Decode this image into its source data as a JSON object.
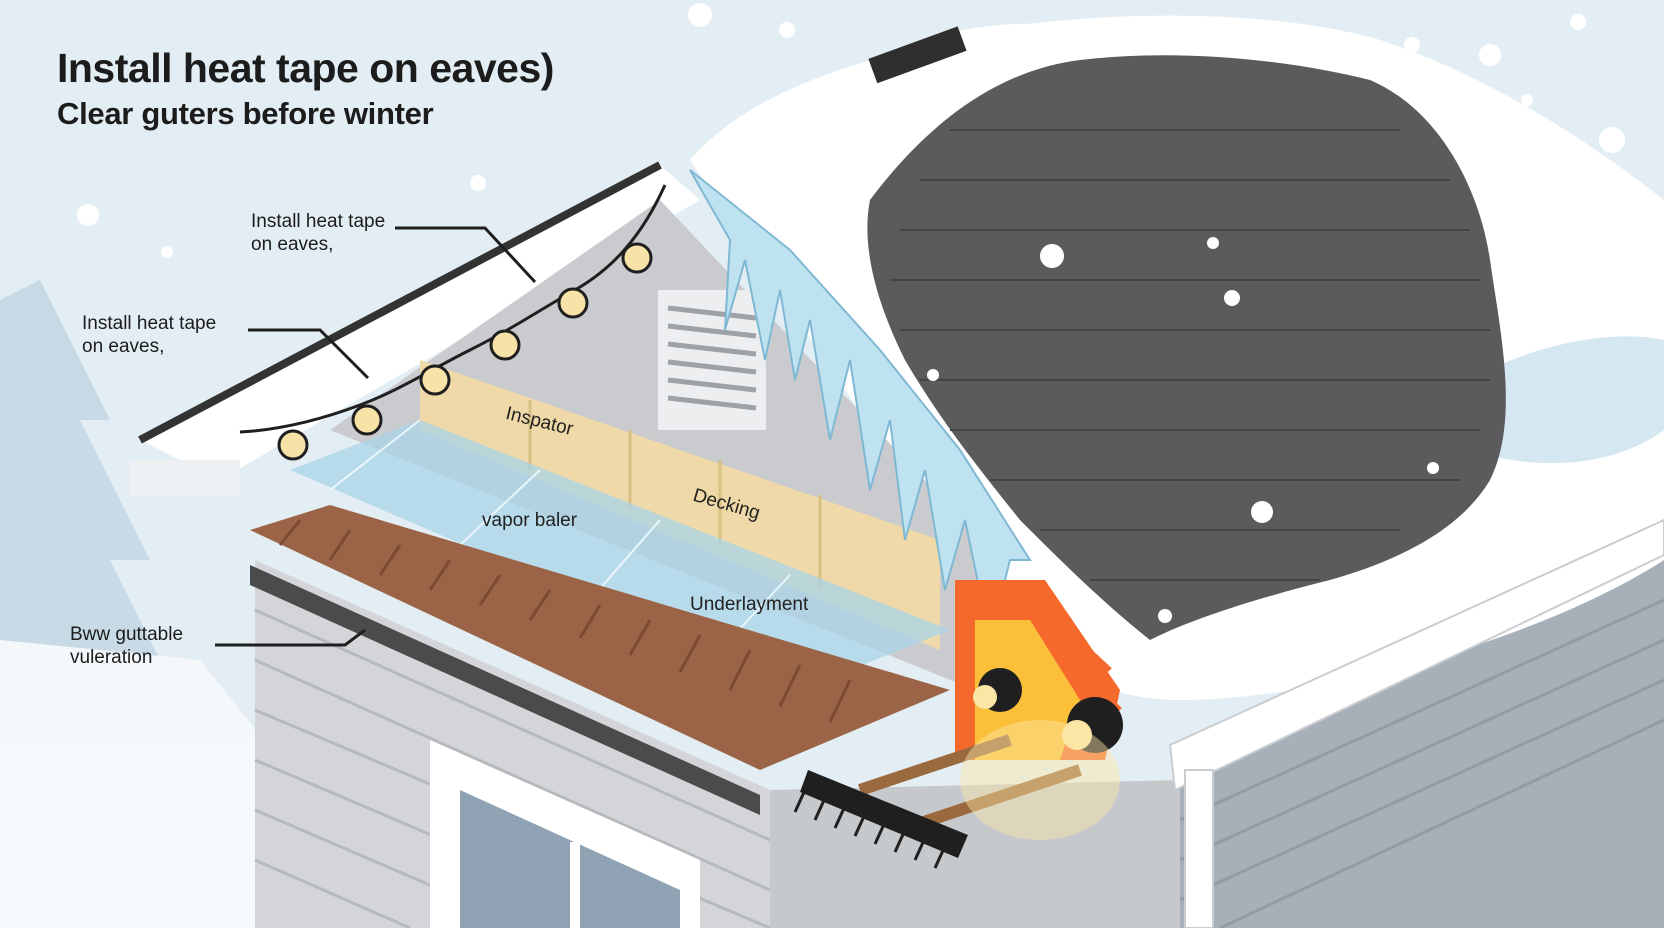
{
  "title": "Install heat tape on eaves)",
  "subtitle": "Clear guters before winter",
  "callouts": [
    {
      "id": "heat-tape-1",
      "text": "Install heat tape\non eaves,"
    },
    {
      "id": "heat-tape-2",
      "text": "Install heat tape\non eaves,"
    },
    {
      "id": "gutter",
      "text": "Bww guttable\nvuleration"
    }
  ],
  "layers": {
    "insulator": "Inspator",
    "decking": "Decking",
    "vapor_barrier": "vapor baler",
    "underlayment": "Underlayment"
  },
  "colors": {
    "sky": "#e3eef4",
    "snow": "#ffffff",
    "ice": "#bfe2f0",
    "shingles": "#5b5b5d",
    "siding": "#cfd1d4",
    "insulation": "#efd9a8",
    "decking_wood": "#9b6446",
    "heat": "#f56a2c"
  },
  "icons": [
    "heat-tape-bulb",
    "roof-rake",
    "heat-lamp",
    "snowflake"
  ]
}
